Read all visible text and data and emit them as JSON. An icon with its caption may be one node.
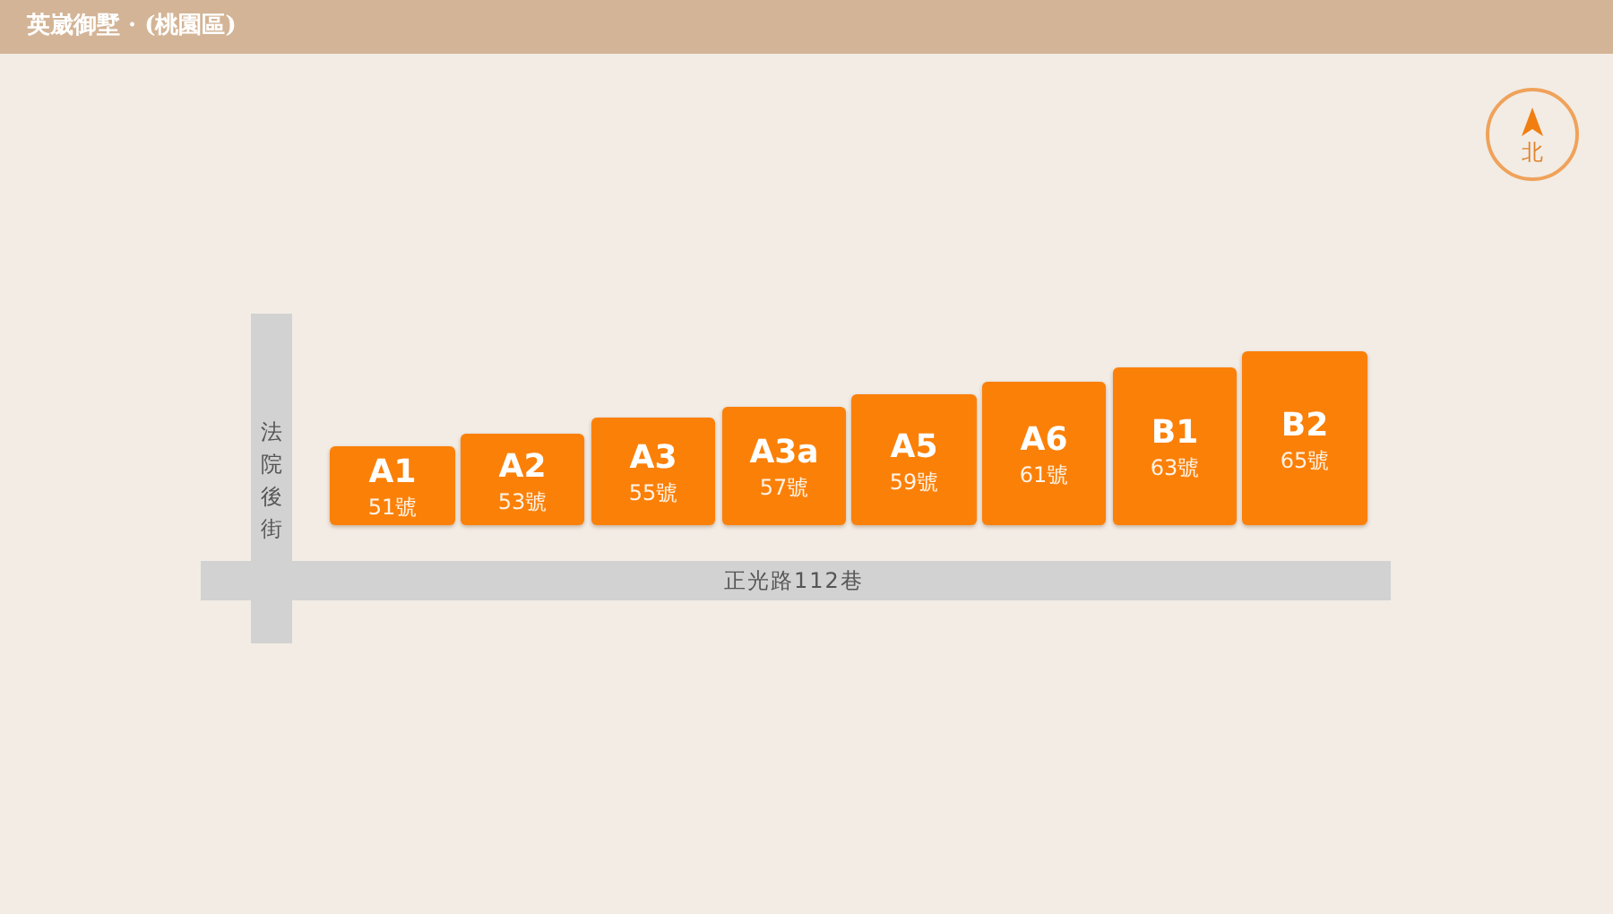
{
  "diagram": {
    "title": "英崴御墅 · (桃園區)",
    "nodes": [
      {
        "text": [
          "北"
        ]
      },
      {
        "text": [
          "法院後街"
        ]
      },
      {
        "text": [
          "A1",
          "51號"
        ]
      },
      {
        "text": [
          "A2",
          "53號"
        ]
      },
      {
        "text": [
          "A3",
          "55號"
        ]
      },
      {
        "text": [
          "A3a",
          "57號"
        ]
      },
      {
        "text": [
          "A5",
          "59號"
        ]
      },
      {
        "text": [
          "A6",
          "61號"
        ]
      },
      {
        "text": [
          "B1",
          "63號"
        ]
      },
      {
        "text": [
          "B2",
          "65號"
        ]
      },
      {
        "text": [
          "正光路112巷"
        ]
      }
    ],
    "edges": []
  }
}
